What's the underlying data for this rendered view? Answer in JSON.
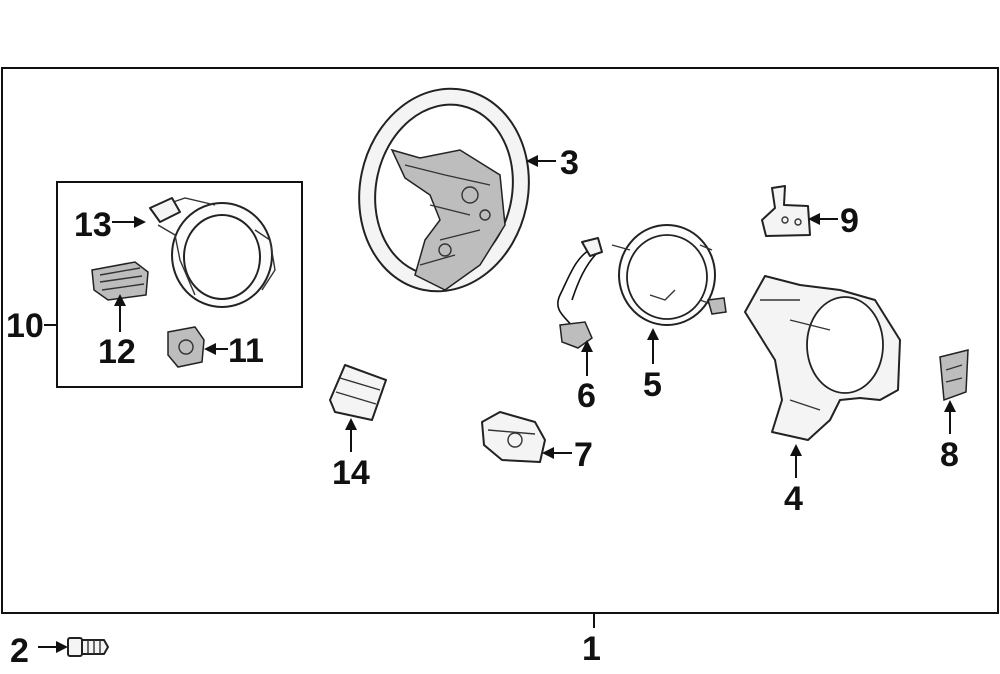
{
  "callouts": {
    "c1": "1",
    "c2": "2",
    "c3": "3",
    "c4": "4",
    "c5": "5",
    "c6": "6",
    "c7": "7",
    "c8": "8",
    "c9": "9",
    "c10": "10",
    "c11": "11",
    "c12": "12",
    "c13": "13",
    "c14": "14"
  },
  "colors": {
    "line": "#111111",
    "part_fill": "#f4f4f4",
    "background": "#ffffff"
  }
}
